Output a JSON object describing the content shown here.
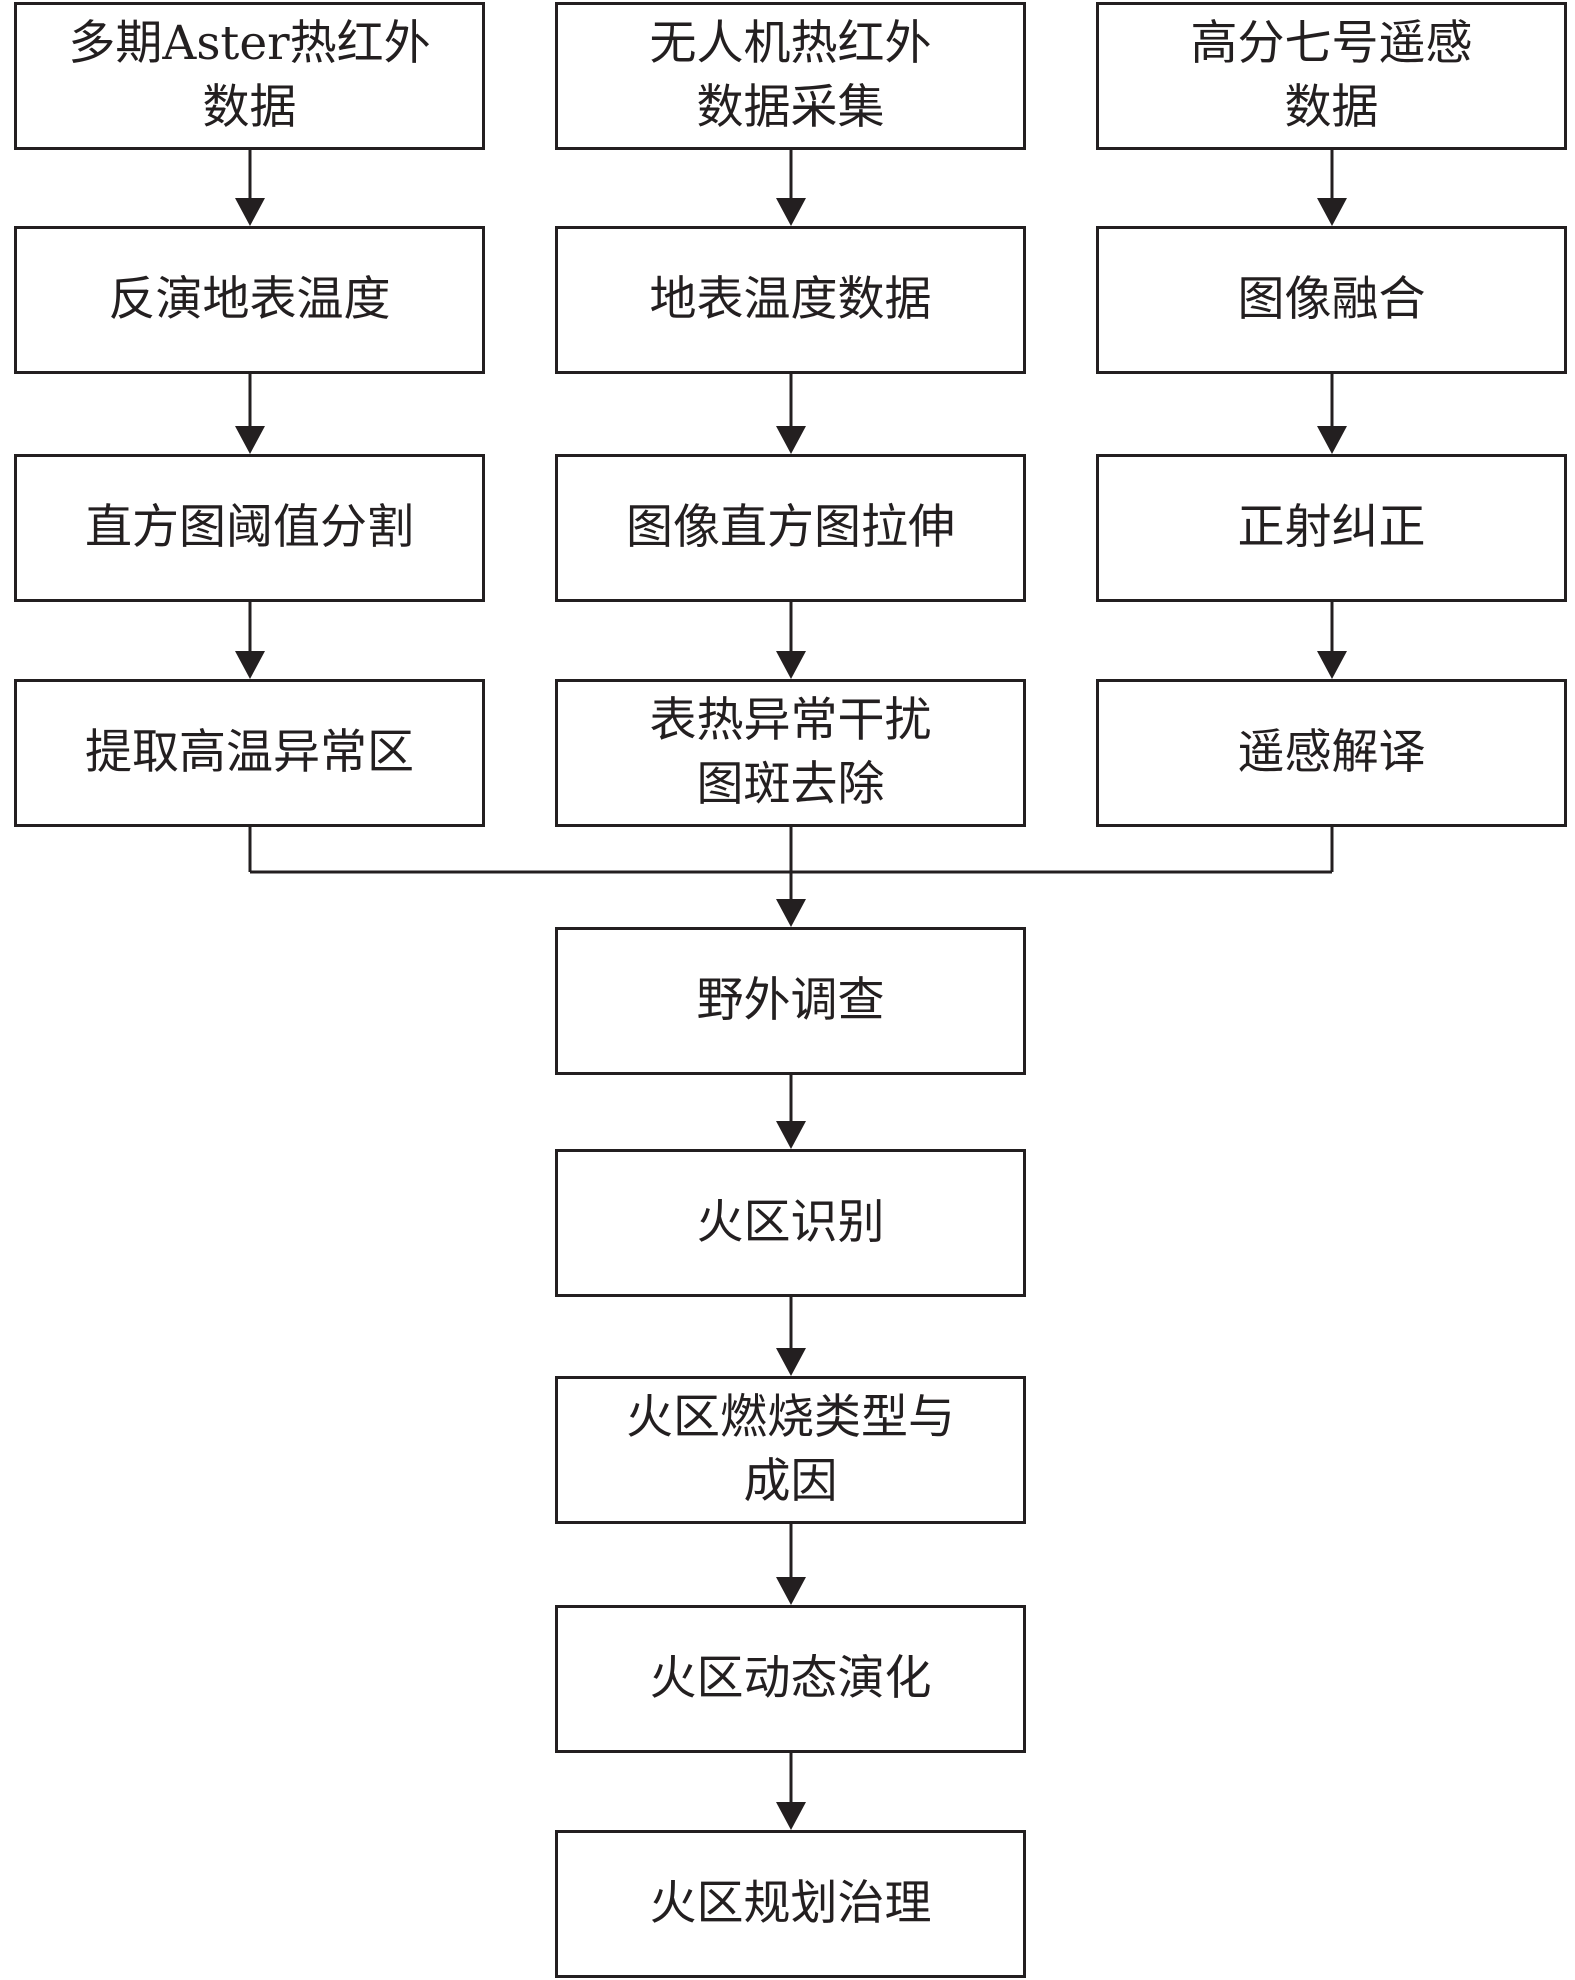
{
  "columns": {
    "left": [
      {
        "label": "多期Aster热红外\n数据"
      },
      {
        "label": "反演地表温度"
      },
      {
        "label": "直方图阈值分割"
      },
      {
        "label": "提取高温异常区"
      }
    ],
    "middle": [
      {
        "label": "无人机热红外\n数据采集"
      },
      {
        "label": "地表温度数据"
      },
      {
        "label": "图像直方图拉伸"
      },
      {
        "label": "表热异常干扰\n图斑去除"
      }
    ],
    "right": [
      {
        "label": "高分七号遥感\n数据"
      },
      {
        "label": "图像融合"
      },
      {
        "label": "正射纠正"
      },
      {
        "label": "遥感解译"
      }
    ]
  },
  "main_flow": [
    {
      "label": "野外调查"
    },
    {
      "label": "火区识别"
    },
    {
      "label": "火区燃烧类型与\n成因"
    },
    {
      "label": "火区动态演化"
    },
    {
      "label": "火区规划治理"
    }
  ],
  "colors": {
    "stroke": "#231f20",
    "background": "#ffffff"
  }
}
